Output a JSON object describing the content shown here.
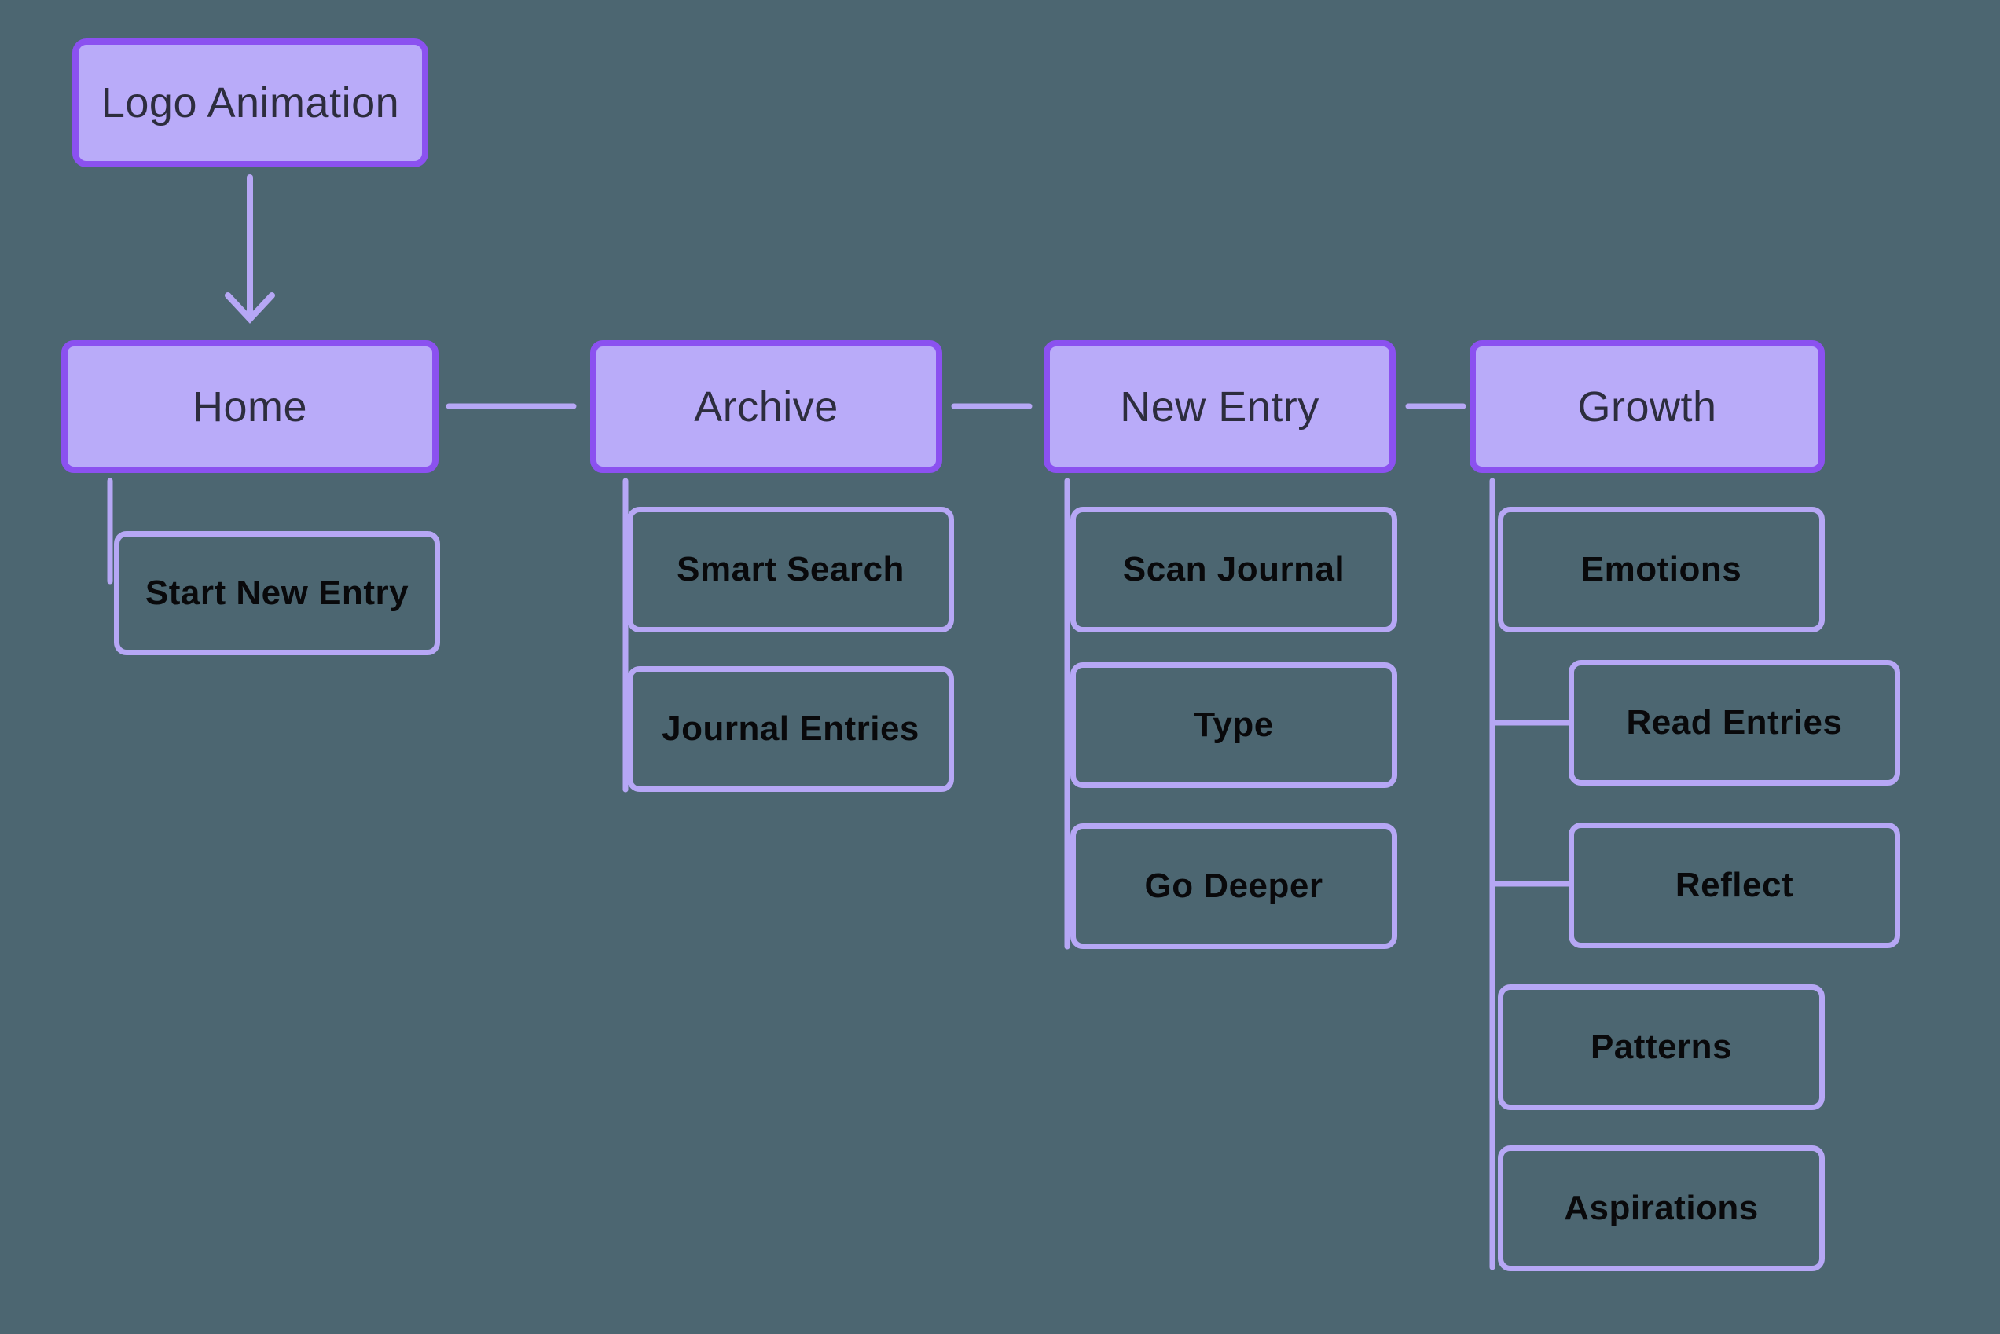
{
  "diagram": {
    "title_node": {
      "label": "Logo Animation"
    },
    "sections": [
      {
        "label": "Home",
        "children": [
          {
            "label": "Start New Entry"
          }
        ]
      },
      {
        "label": "Archive",
        "children": [
          {
            "label": "Smart Search"
          },
          {
            "label": "Journal Entries"
          }
        ]
      },
      {
        "label": "New Entry",
        "children": [
          {
            "label": "Scan Journal"
          },
          {
            "label": "Type"
          },
          {
            "label": "Go Deeper"
          }
        ]
      },
      {
        "label": "Growth",
        "children": [
          {
            "label": "Emotions"
          },
          {
            "label": "Read Entries",
            "indented": true
          },
          {
            "label": "Reflect",
            "indented": true
          },
          {
            "label": "Patterns"
          },
          {
            "label": "Aspirations"
          }
        ]
      }
    ],
    "colors": {
      "background": "#4c6671",
      "node_fill": "#b9abf9",
      "node_border": "#8b51f0",
      "child_border": "#b6a7f5",
      "connector": "#b6a7f5",
      "node_text": "#2d2d3e",
      "child_text": "#09090b"
    }
  }
}
